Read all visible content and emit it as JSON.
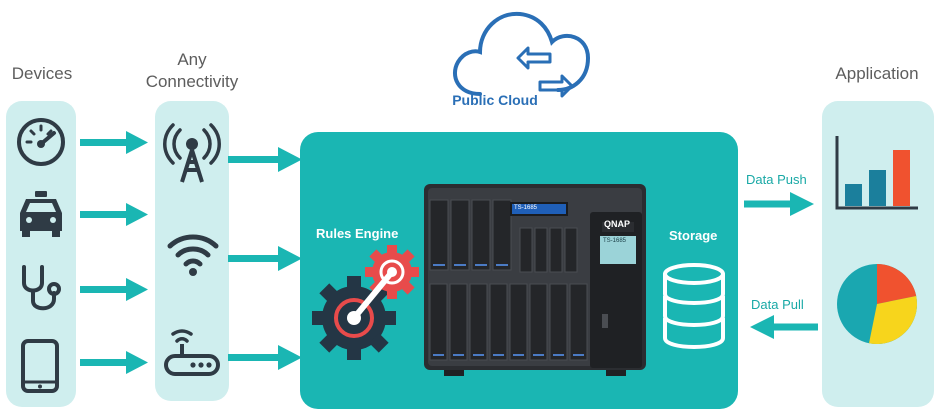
{
  "columns": {
    "devices": "Devices",
    "connectivity": "Any\nConnectivity",
    "application": "Application"
  },
  "cloud": {
    "label": "Public Cloud"
  },
  "hub": {
    "rules_engine": "Rules Engine",
    "storage": "Storage"
  },
  "flows": {
    "data_push": "Data Push",
    "data_pull": "Data Pull"
  },
  "nas": {
    "brand": "QNAP",
    "model": "TS-1685"
  },
  "icons": {
    "devices": [
      "speedometer-icon",
      "car-icon",
      "stethoscope-icon",
      "tablet-icon"
    ],
    "connectivity": [
      "cell-tower-icon",
      "wifi-icon",
      "router-icon"
    ],
    "application": [
      "bar-chart-icon",
      "pie-chart-icon"
    ]
  },
  "colors": {
    "teal": "#1ab6b3",
    "light_teal": "#cfeeee",
    "dark_icon": "#2f3b45",
    "cloud_blue": "#2a6fb6",
    "gear_red": "#e84b4b",
    "gear_navy": "#243645",
    "chart_orange": "#f0522f",
    "chart_yellow": "#f7d51c"
  }
}
